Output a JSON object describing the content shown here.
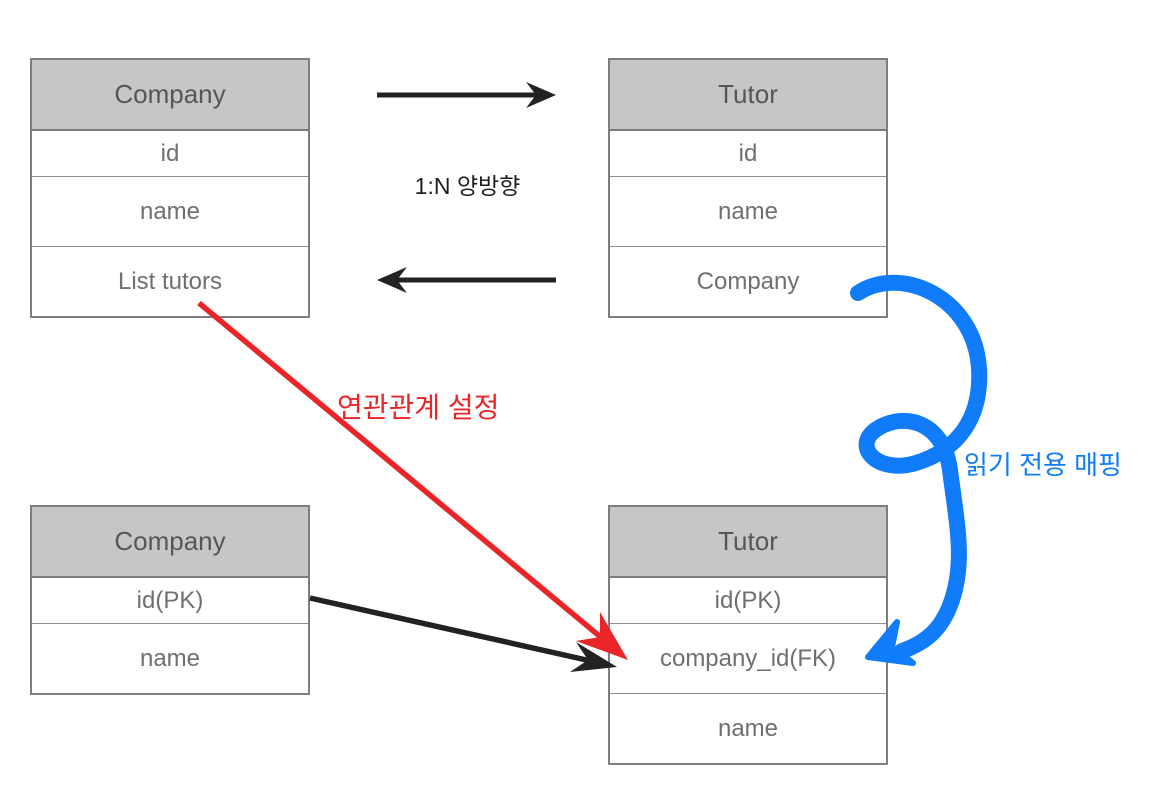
{
  "tables": [
    {
      "title": "Company",
      "rows": [
        "id",
        "name",
        "List tutors"
      ]
    },
    {
      "title": "Tutor",
      "rows": [
        "id",
        "name",
        "Company"
      ]
    },
    {
      "title": "Company",
      "rows": [
        "id(PK)",
        "name"
      ]
    },
    {
      "title": "Tutor",
      "rows": [
        "id(PK)",
        "company_id(FK)",
        "name"
      ]
    }
  ],
  "labels": {
    "relation": "1:N 양방향",
    "association": "연관관계 설정",
    "readonly_mapping": "읽기 전용 매핑"
  },
  "colors": {
    "red": "#e92528",
    "blue": "#107cfa",
    "ink": "#222222",
    "header_bg": "#c6c6c6",
    "border": "#7e7e7e"
  }
}
